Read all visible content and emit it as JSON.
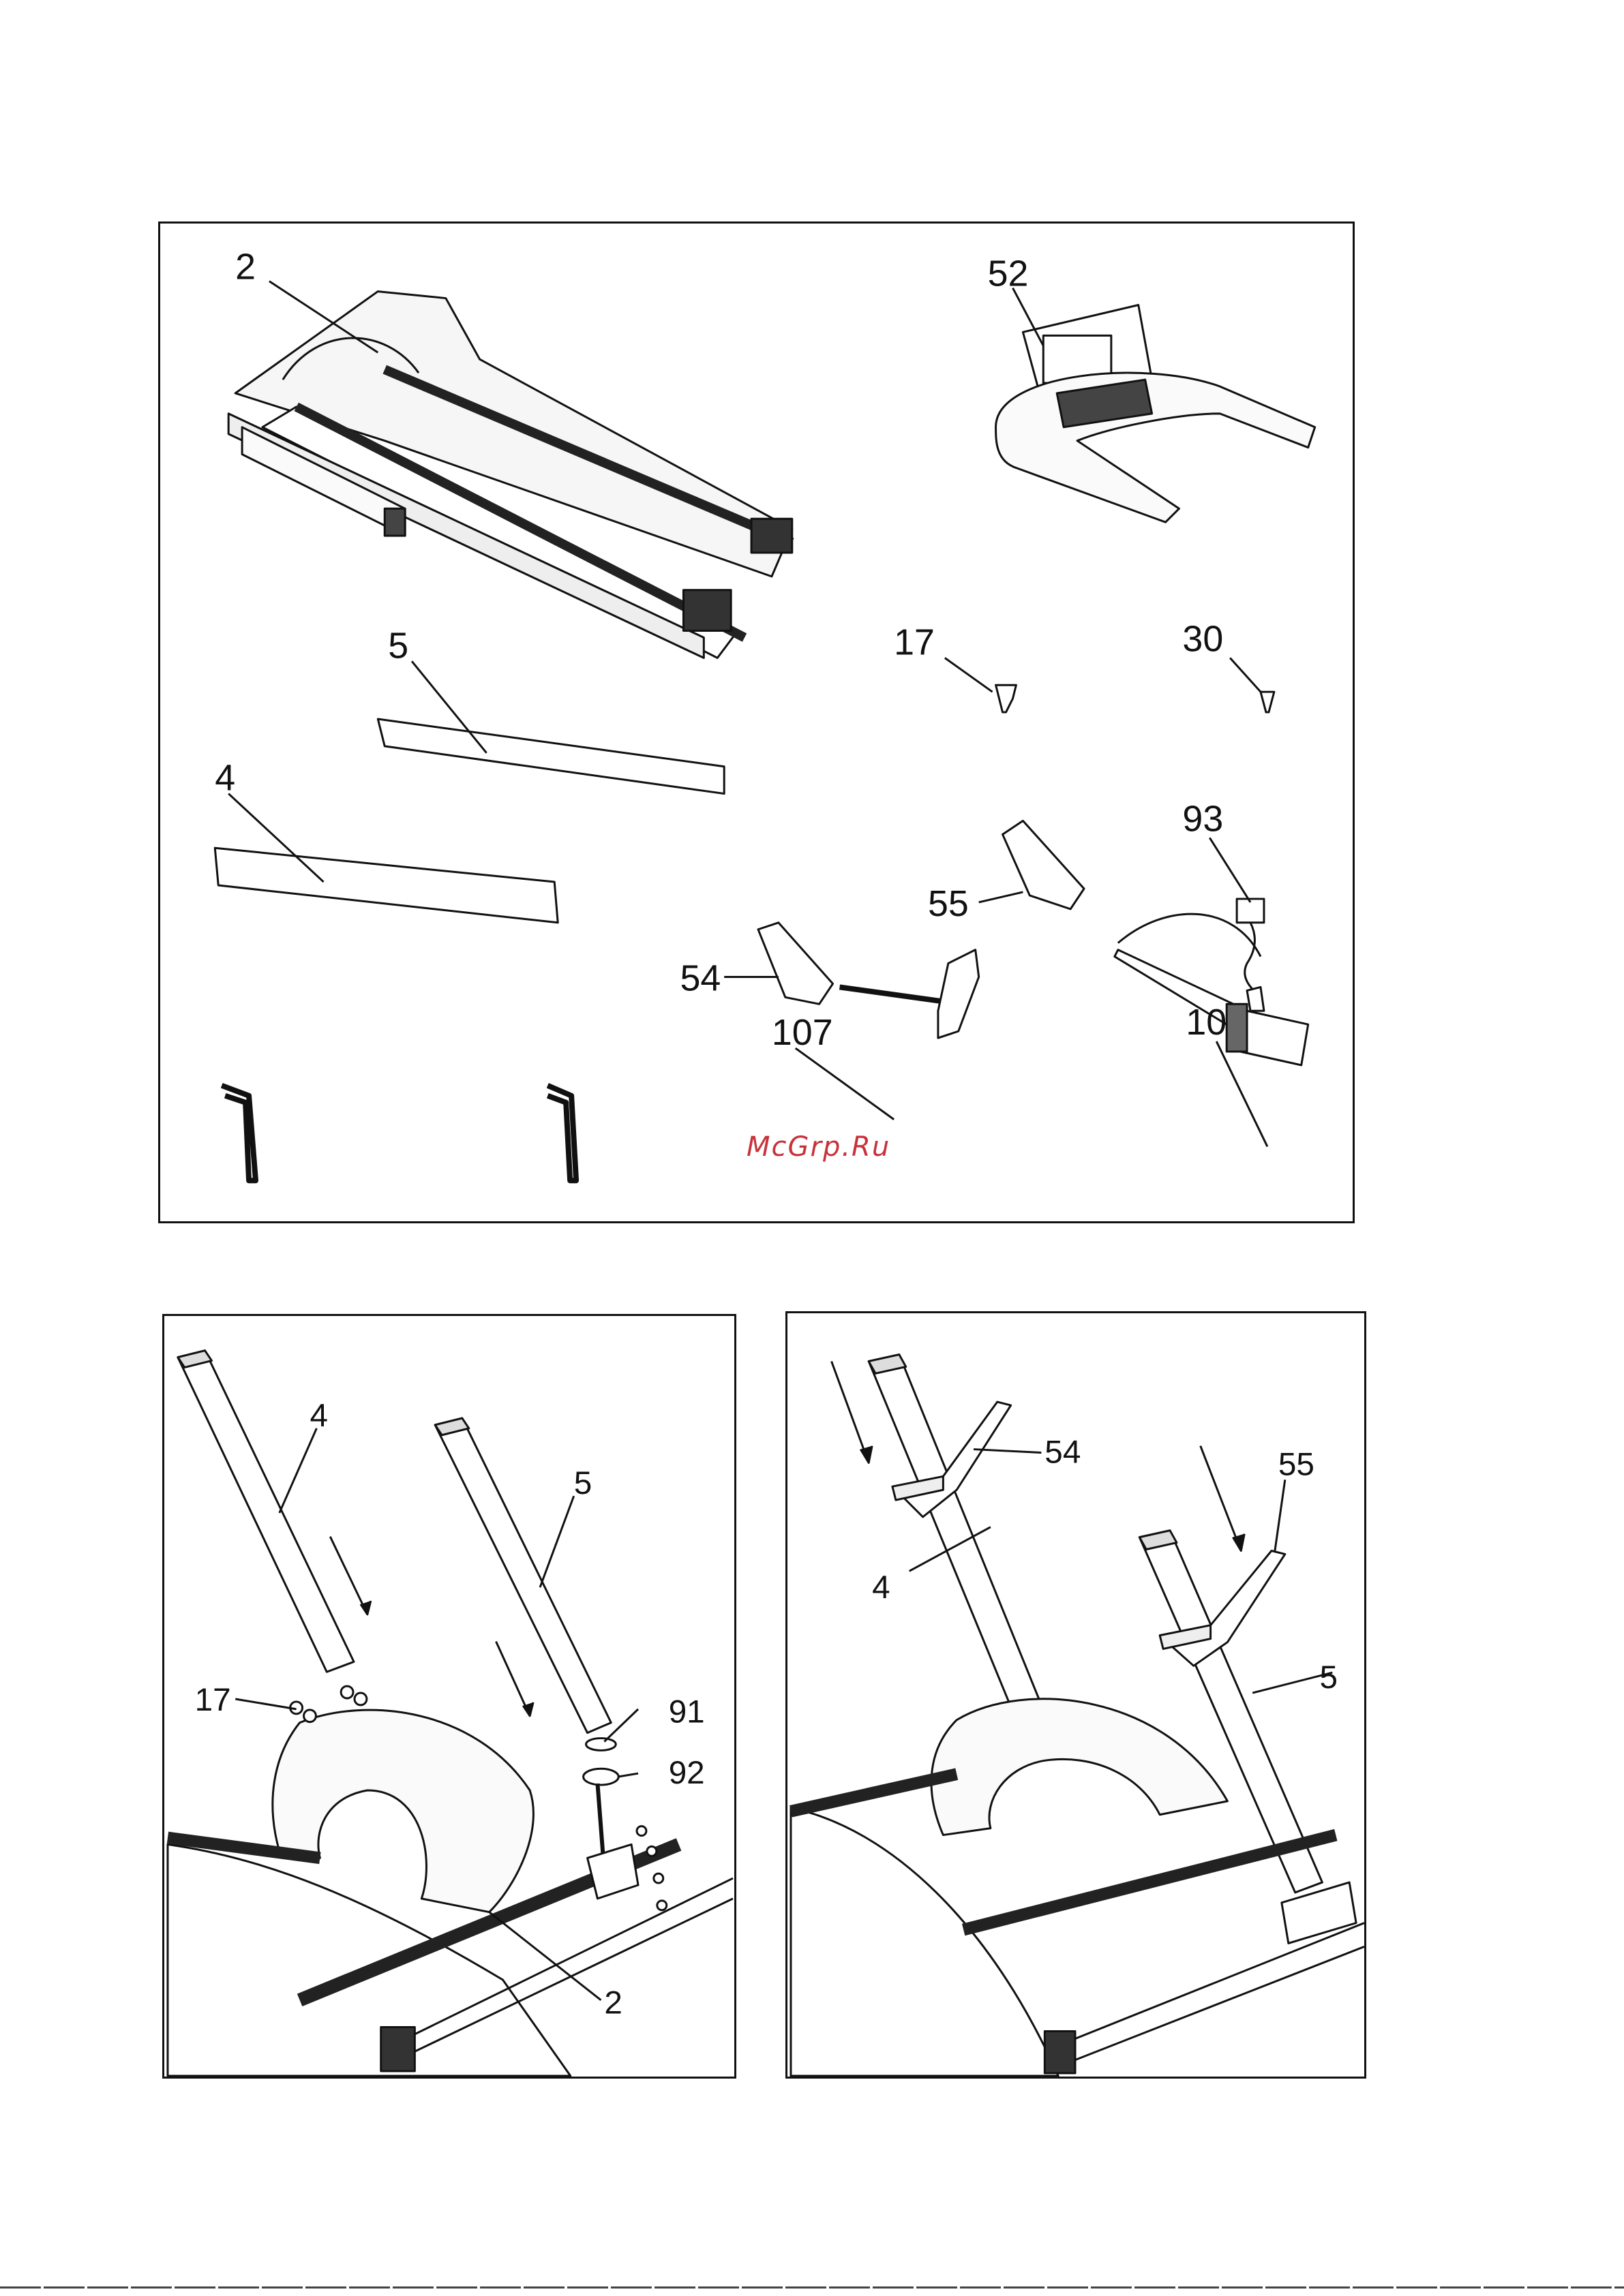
{
  "watermark": "McGrp.Ru",
  "panels": {
    "parts": {
      "labels": [
        "2",
        "52",
        "5",
        "17",
        "30",
        "4",
        "93",
        "55",
        "54",
        "107",
        "10"
      ]
    },
    "step1": {
      "labels": [
        "4",
        "5",
        "17",
        "91",
        "92",
        "2"
      ]
    },
    "step2": {
      "labels": [
        "54",
        "55",
        "4",
        "5"
      ]
    }
  }
}
